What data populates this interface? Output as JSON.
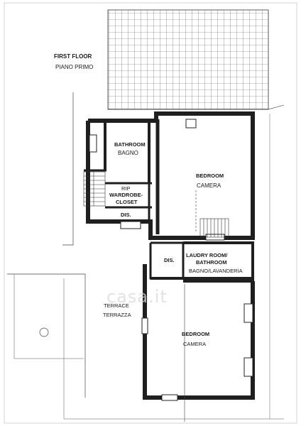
{
  "floor": {
    "title_en": "FIRST FLOOR",
    "title_it": "PIANO PRIMO"
  },
  "rooms": {
    "bathroom": {
      "en": "BATHROOM",
      "it": "BAGNO"
    },
    "rip": "RIP",
    "wardrobe": {
      "line1": "WARDROBE-",
      "line2": "CLOSET"
    },
    "dis_upper": "DIS.",
    "bedroom_upper": {
      "en": "BEDROOM",
      "it": "CAMERA"
    },
    "dis_lower": "DIS.",
    "laundry": {
      "line1": "LAUDRY ROOM/",
      "line2": "BATHROOM",
      "it": "BAGNO/LAVANDERIA"
    },
    "terrace": {
      "en": "TERRACE",
      "it": "TERRAZZA"
    },
    "bedroom_lower": {
      "en": "BEDROOM",
      "it": "CAMERA"
    }
  },
  "watermark": "casa.it",
  "colors": {
    "wall": "#1f1f1f",
    "line": "#333333",
    "background": "#ffffff"
  }
}
